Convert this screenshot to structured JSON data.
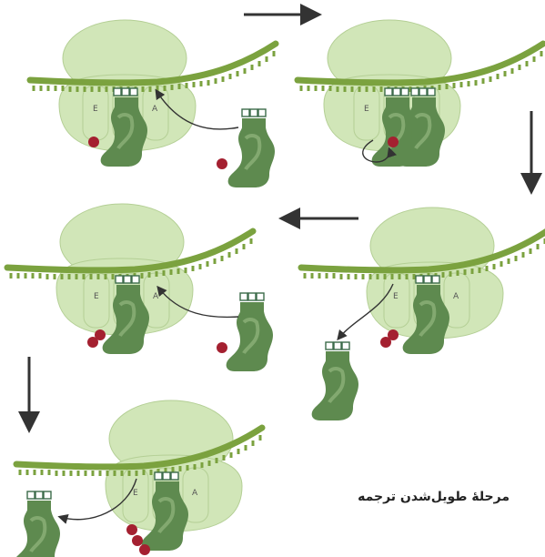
{
  "caption": "مرحلهٔ طویل‌شدن ترجمه",
  "site_labels": {
    "e": "E",
    "a": "A"
  },
  "colors": {
    "ribosome": "#d1e6b8",
    "ribosome_edge": "#b4cf95",
    "mrna": "#7ba23f",
    "trna": "#5e8a4f",
    "trna_light": "#93b77f",
    "amino_acid": "#a42030",
    "arrow": "#333333"
  },
  "panels": [
    {
      "id": "panel-1",
      "incoming_trna": true,
      "peptide_count": 1
    },
    {
      "id": "panel-2",
      "incoming_trna": false,
      "peptide_count": 1
    },
    {
      "id": "panel-3",
      "incoming_trna": false,
      "peptide_count": 2,
      "exiting_trna": true
    },
    {
      "id": "panel-4",
      "incoming_trna": true,
      "peptide_count": 2
    },
    {
      "id": "panel-5",
      "incoming_trna": false,
      "peptide_count": 3,
      "exiting_trna": true
    }
  ]
}
